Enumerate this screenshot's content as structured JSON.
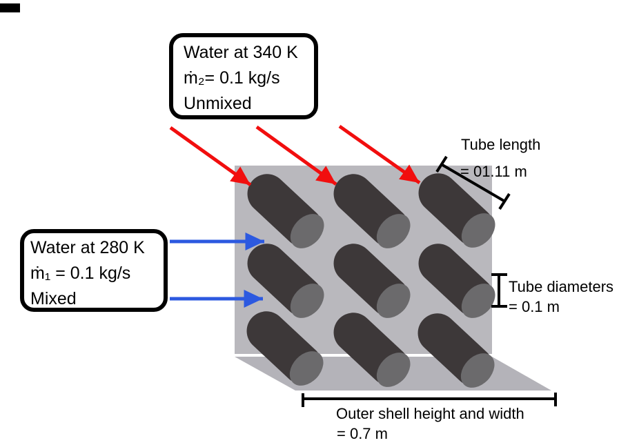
{
  "figure": {
    "title_semantic": "Cross-flow heat exchanger tube bank diagram",
    "hot_inlet_box": {
      "lines": [
        "Water at 340 K",
        "ṁ₂= 0.1 kg/s",
        "Unmixed"
      ]
    },
    "cold_inlet_box": {
      "lines": [
        "Water at 280 K",
        "ṁ₁ = 0.1 kg/s",
        "Mixed"
      ]
    },
    "tube_length_label": {
      "line1": "Tube length",
      "line2": "= 01.11 m"
    },
    "tube_diameter_label": {
      "line1": "Tube diameters",
      "line2": "= 0.1 m"
    },
    "shell_size_label": {
      "line1": "Outer shell height and width",
      "line2": "= 0.7 m"
    },
    "tube_grid": {
      "rows": 3,
      "cols": 3
    },
    "colors": {
      "hot_arrow": "#f10e0e",
      "cold_arrow": "#2c59e0",
      "shell": "#b9b8bd",
      "floor": "#b4b3b9",
      "tube_body": "#3d3839",
      "tube_cap": "#6b6a6c",
      "dimension_lines": "#000000"
    }
  }
}
